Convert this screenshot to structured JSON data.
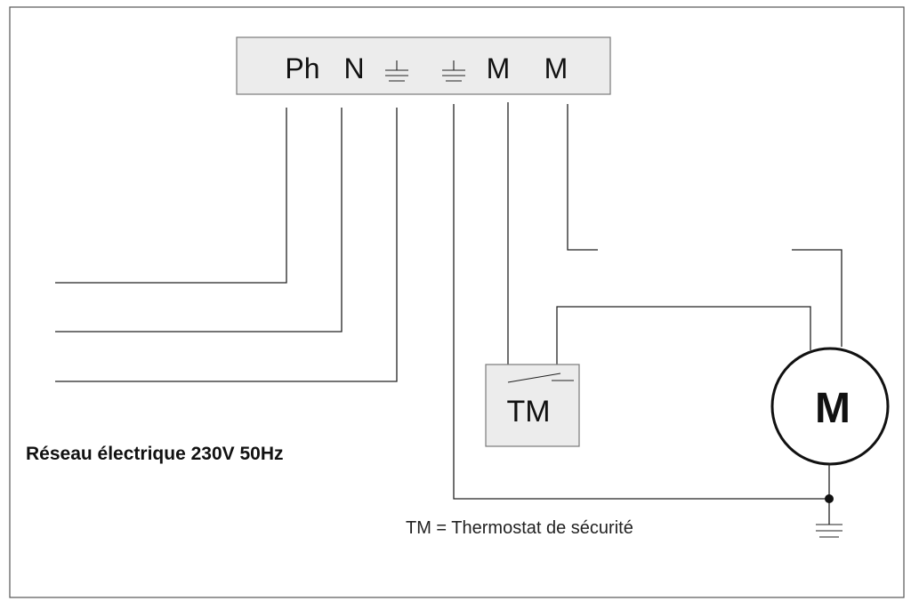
{
  "terminal_block": {
    "terminals": [
      "Ph",
      "N",
      "⏚",
      "⏚",
      "M",
      "M"
    ]
  },
  "thermostat": {
    "label": "TM"
  },
  "motor": {
    "label": "M"
  },
  "network_label": "Réseau électrique 230V 50Hz",
  "legend": "TM = Thermostat de sécurité"
}
